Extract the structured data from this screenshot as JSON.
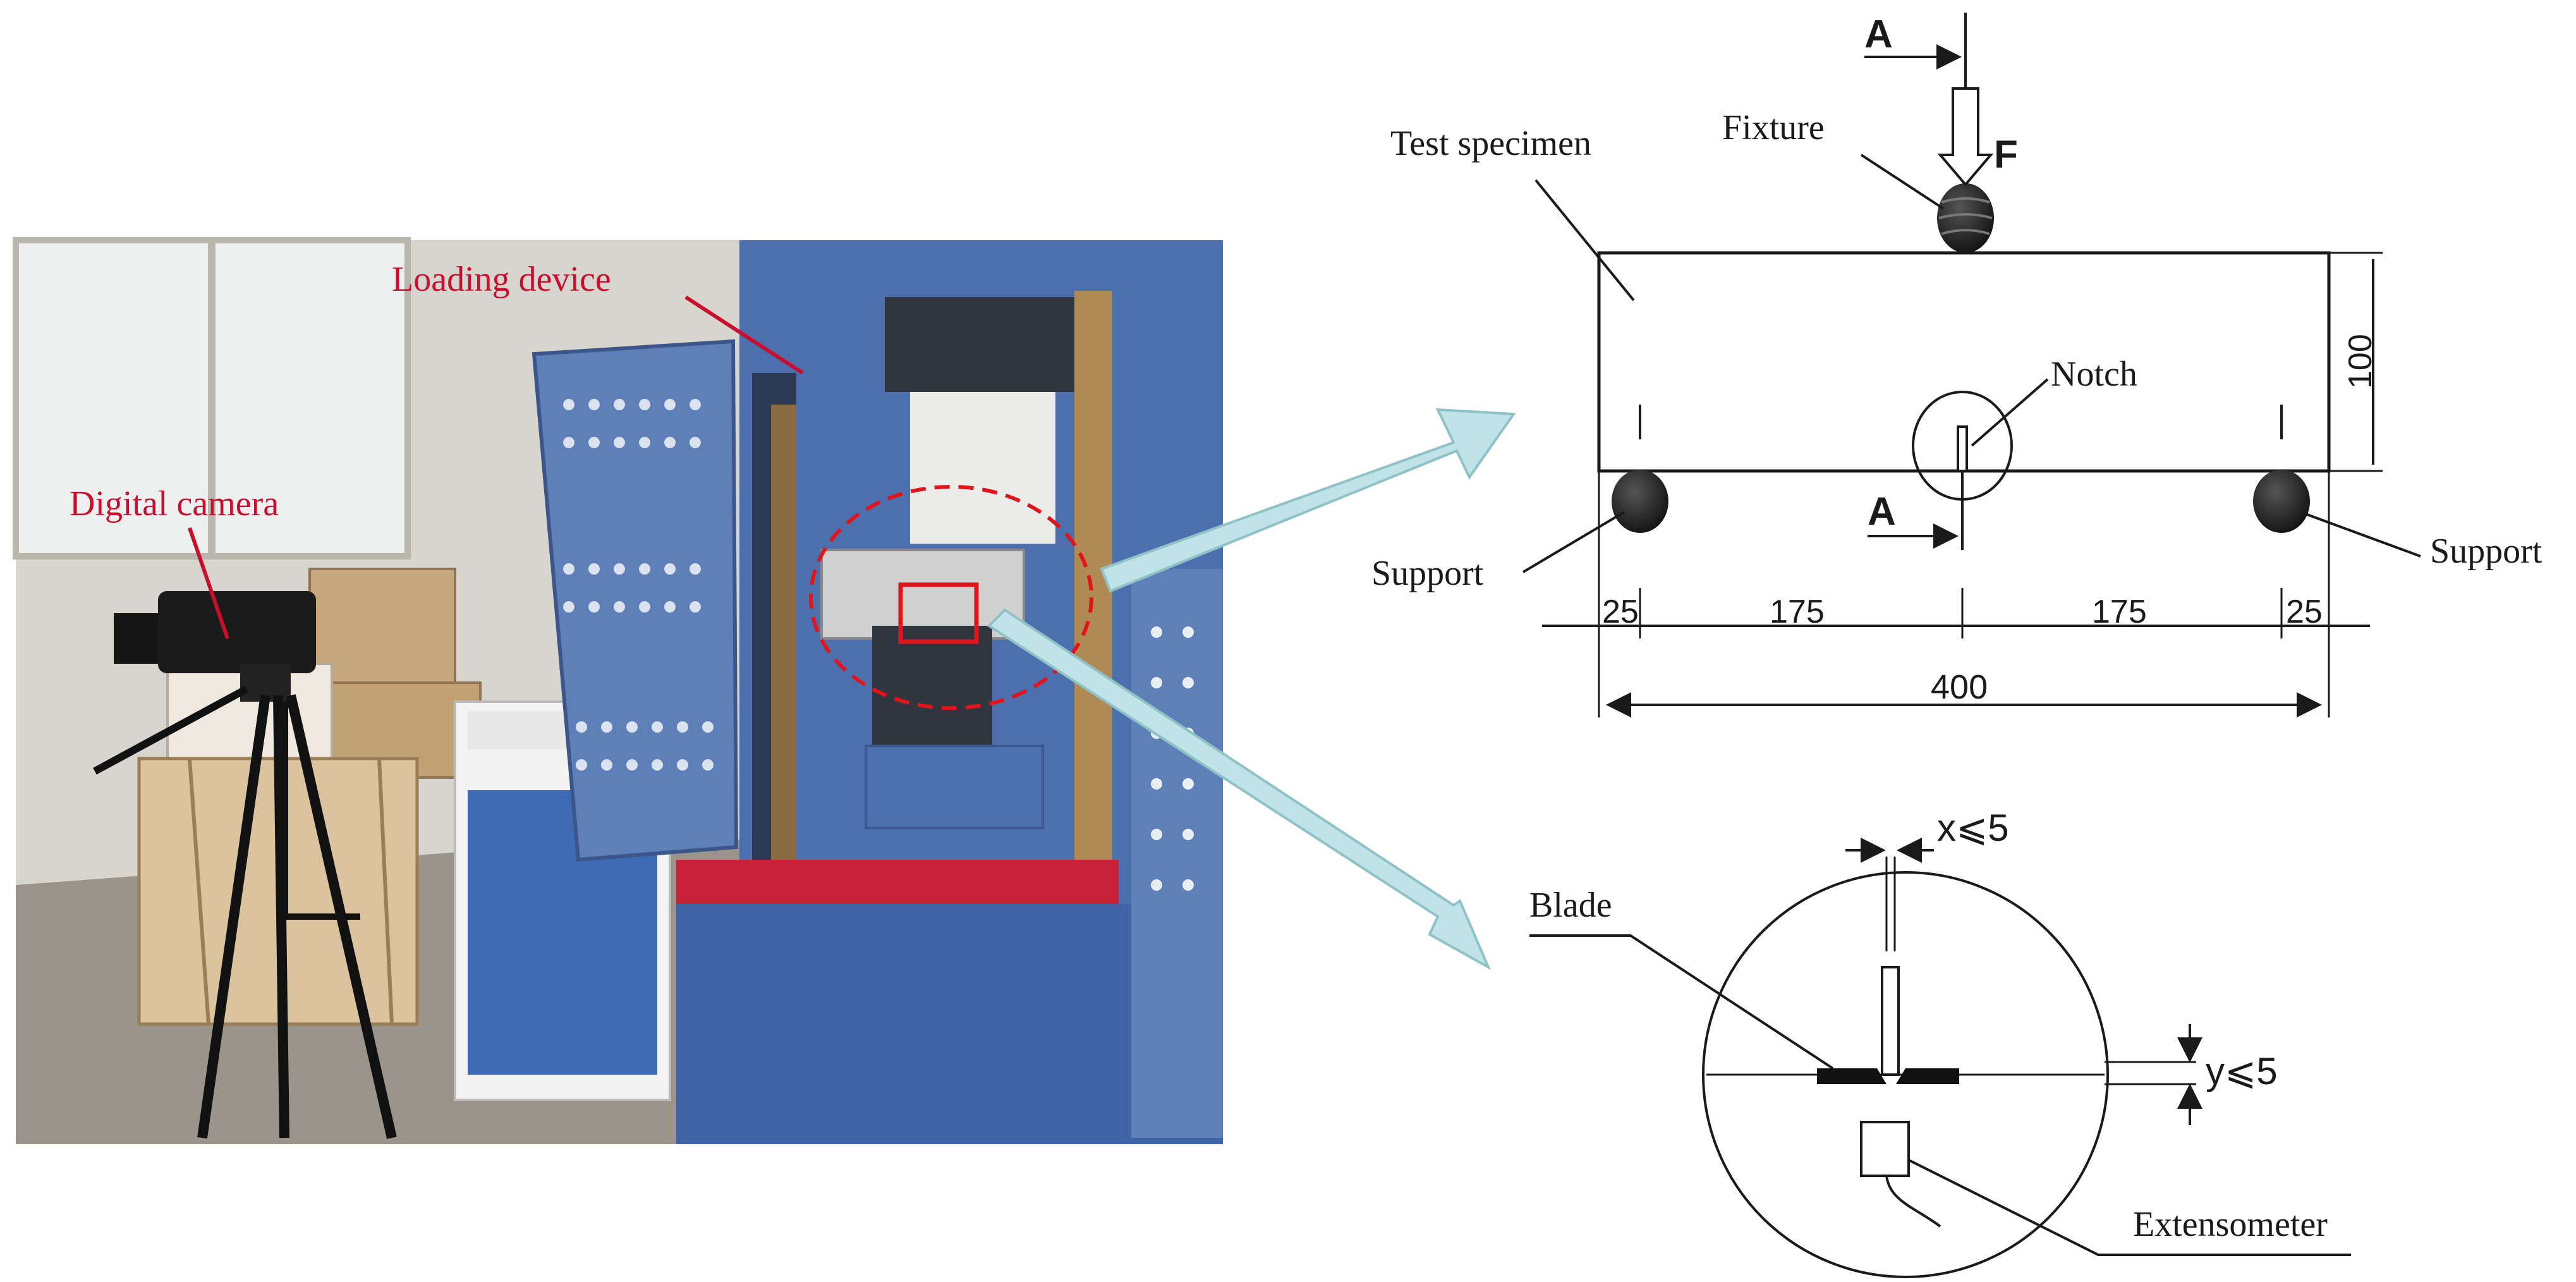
{
  "photo": {
    "labels": {
      "loading_device": "Loading device",
      "digital_camera": "Digital camera"
    },
    "colors": {
      "label": "#c8102e",
      "machine": "#4d6fae",
      "highlight": "#e0141b"
    }
  },
  "beam_diagram": {
    "labels": {
      "test_specimen": "Test specimen",
      "fixture": "Fixture",
      "force": "F",
      "notch": "Notch",
      "section_mark_top": "A",
      "section_mark_bottom": "A",
      "support_left": "Support",
      "support_right": "Support"
    },
    "dimensions": {
      "height": "100",
      "seg_left_edge": "25",
      "seg_left_span": "175",
      "seg_right_span": "175",
      "seg_right_edge": "25",
      "total_length": "400"
    }
  },
  "detail_diagram": {
    "labels": {
      "x_tolerance": "x⩽5",
      "y_tolerance": "y⩽5",
      "blade": "Blade",
      "extensometer": "Extensometer"
    }
  },
  "arrows": {
    "color": "#bfe3e6"
  }
}
